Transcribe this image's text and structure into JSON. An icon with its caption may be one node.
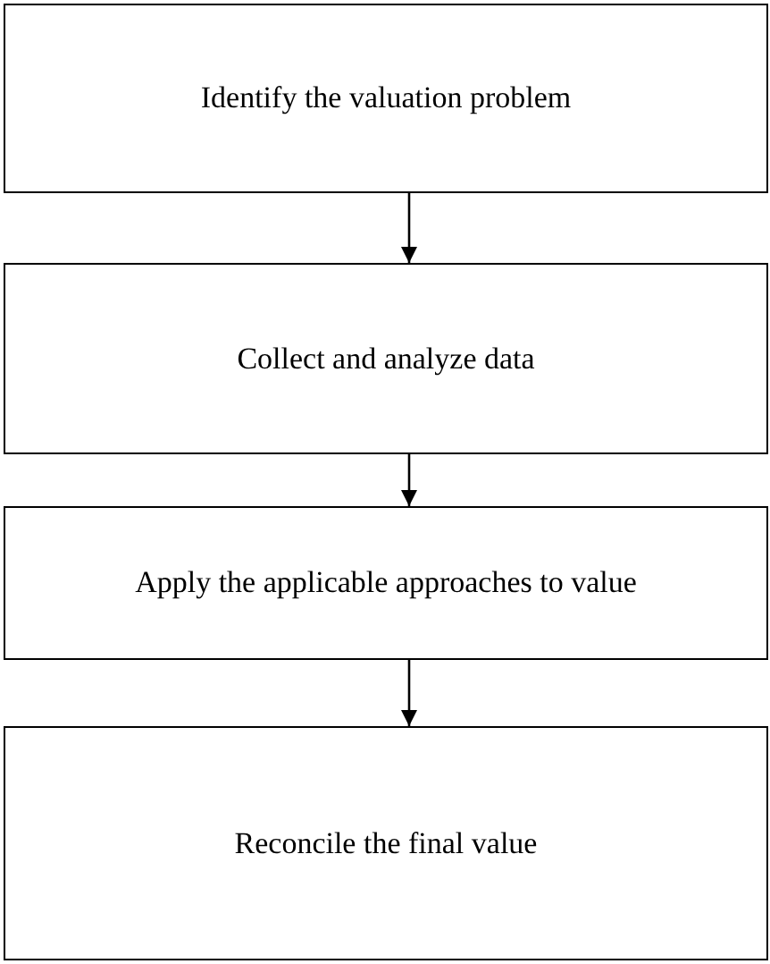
{
  "diagram": {
    "nodes": [
      {
        "text": [
          "Identify the valuation problem"
        ]
      },
      {
        "text": [
          "Collect and analyze data"
        ]
      },
      {
        "text": [
          "Apply the applicable approaches to value"
        ]
      },
      {
        "text": [
          "Reconcile the final value"
        ]
      }
    ],
    "edges": [
      {
        "from": 0,
        "to": 1,
        "arrow": "to"
      },
      {
        "from": 1,
        "to": 2,
        "arrow": "to"
      },
      {
        "from": 2,
        "to": 3,
        "arrow": "to"
      }
    ]
  }
}
